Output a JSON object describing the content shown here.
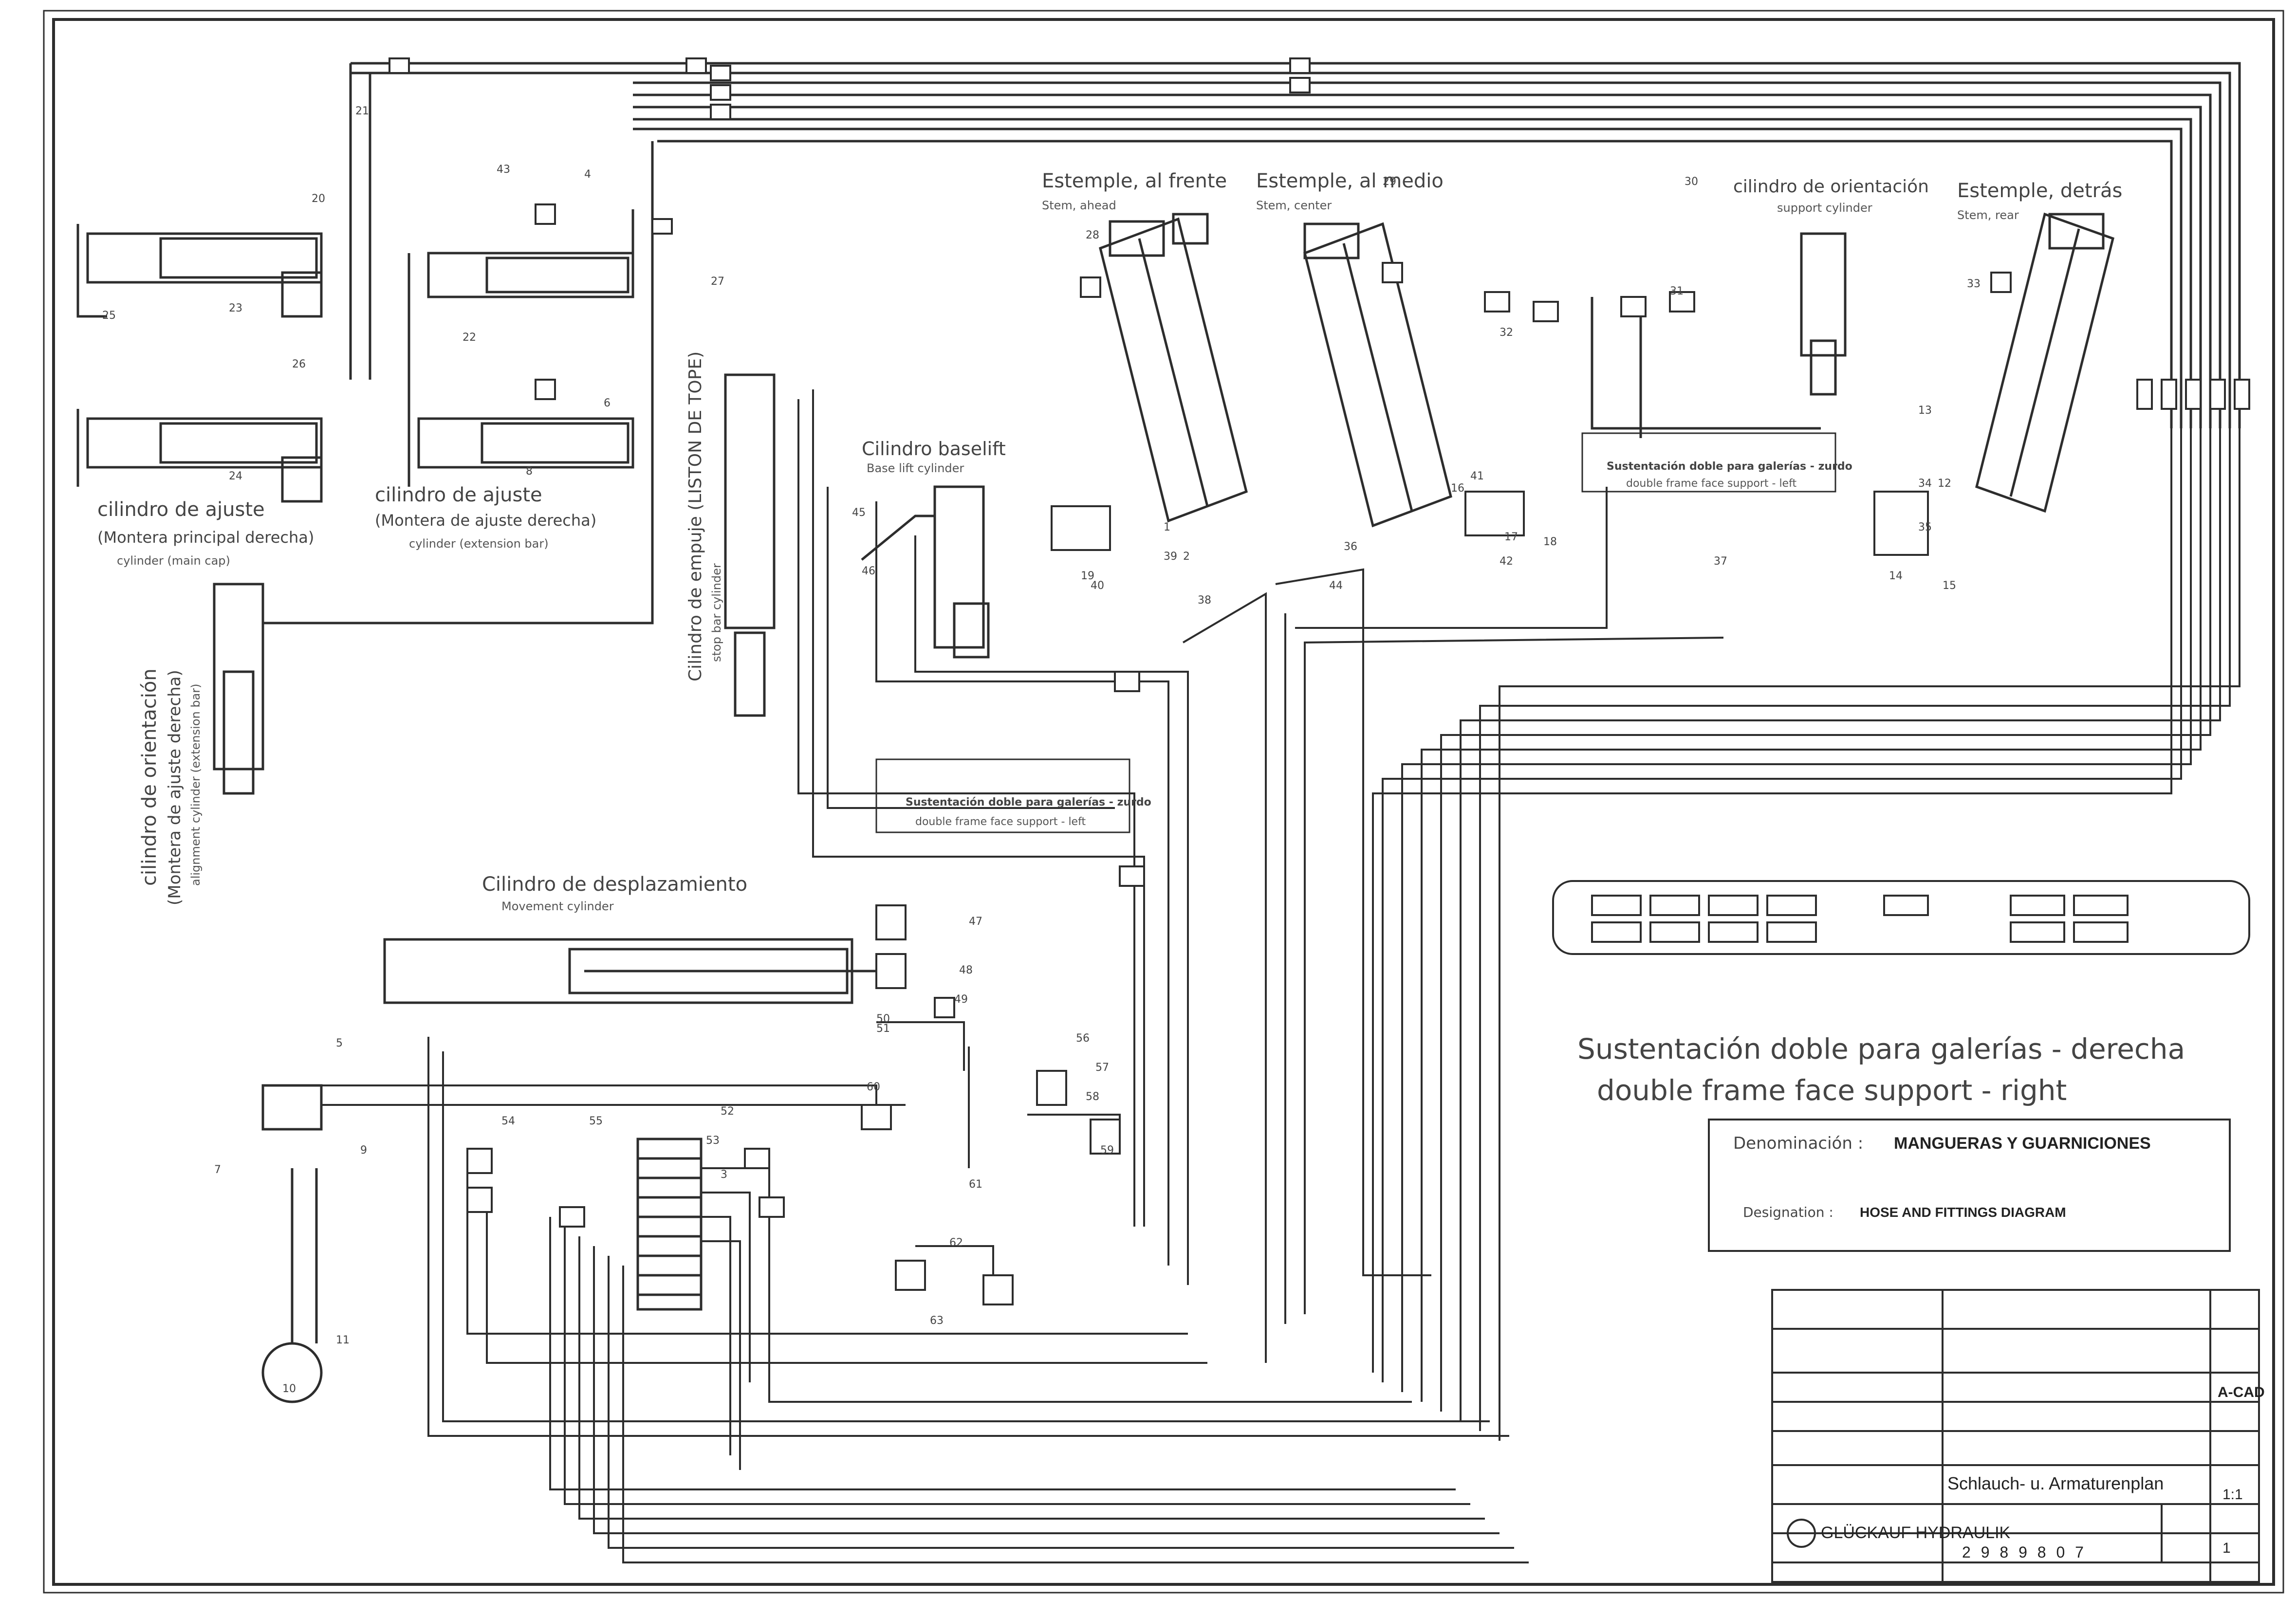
{
  "main_title": {
    "line1": "Sustentación doble para galerías -  derecha",
    "line2": "double frame face support - right"
  },
  "denominacion": {
    "label": "Denominación :",
    "value": "MANGUERAS Y GUARNICIONES"
  },
  "designation": {
    "label": "Designation :",
    "value": "HOSE AND FITTINGS DIAGRAM"
  },
  "components": {
    "estemple_front": {
      "es": "Estemple, al frente",
      "en": "Stem, ahead"
    },
    "estemple_mid": {
      "es": "Estemple, al medio",
      "en": "Stem, center"
    },
    "cil_orientacion_top": {
      "es": "cilindro de orientación",
      "en": "support cylinder"
    },
    "estemple_rear": {
      "es": "Estemple, detrás",
      "en": "Stem, rear"
    },
    "cil_baselift": {
      "es": "Cilindro baselift",
      "en": "Base lift cylinder"
    },
    "cil_ajuste_left": {
      "es": "cilindro de ajuste",
      "sub": "(Montera principal derecha)",
      "en": "cylinder (main cap)"
    },
    "cil_ajuste_right": {
      "es": "cilindro de ajuste",
      "sub": "(Montera de ajuste derecha)",
      "en": "cylinder (extension bar)"
    },
    "cil_empuje": {
      "es": "Cilindro de empuje (LISTON DE TOPE)",
      "en": "stop bar cylinder"
    },
    "cil_orientacion_left": {
      "es": "cilindro de orientación",
      "sub": "(Montera de ajuste derecha)",
      "en": "alignment cylinder (extension bar)"
    },
    "cil_desplazamiento": {
      "es": "Cilindro de desplazamiento",
      "en": "Movement cylinder"
    },
    "note_box_top": {
      "es": "Sustentación doble para galerías - zurdo",
      "en": "double frame face support - left"
    },
    "note_box_mid": {
      "es": "Sustentación doble para galerías - zurdo",
      "en": "double frame face support - left"
    }
  },
  "part_numbers": [
    "43",
    "20",
    "21",
    "4",
    "6",
    "8",
    "22",
    "23",
    "24",
    "25",
    "26",
    "27",
    "28",
    "29",
    "30",
    "31",
    "32",
    "33",
    "34",
    "35",
    "36",
    "37",
    "38",
    "39",
    "40",
    "41",
    "42",
    "44",
    "45",
    "46",
    "47",
    "48",
    "49",
    "50",
    "51",
    "52",
    "53",
    "54",
    "55",
    "56",
    "57",
    "58",
    "59",
    "60",
    "61",
    "62",
    "63",
    "5",
    "7",
    "9",
    "10",
    "11",
    "12",
    "13",
    "14",
    "15",
    "16",
    "17",
    "18",
    "19",
    "1",
    "2",
    "3"
  ],
  "title_block": {
    "company": "GLÜCKAUF HYDRAULIK",
    "drawing_title": "Schlauch- u. Armaturenplan",
    "cad": "A-CAD",
    "scale": "1:1",
    "sheet": "1",
    "number": "2 9 8 9 8 0 7"
  },
  "colors": {
    "line": "#2d2d2d",
    "text": "#444444",
    "paper": "#ffffff"
  }
}
